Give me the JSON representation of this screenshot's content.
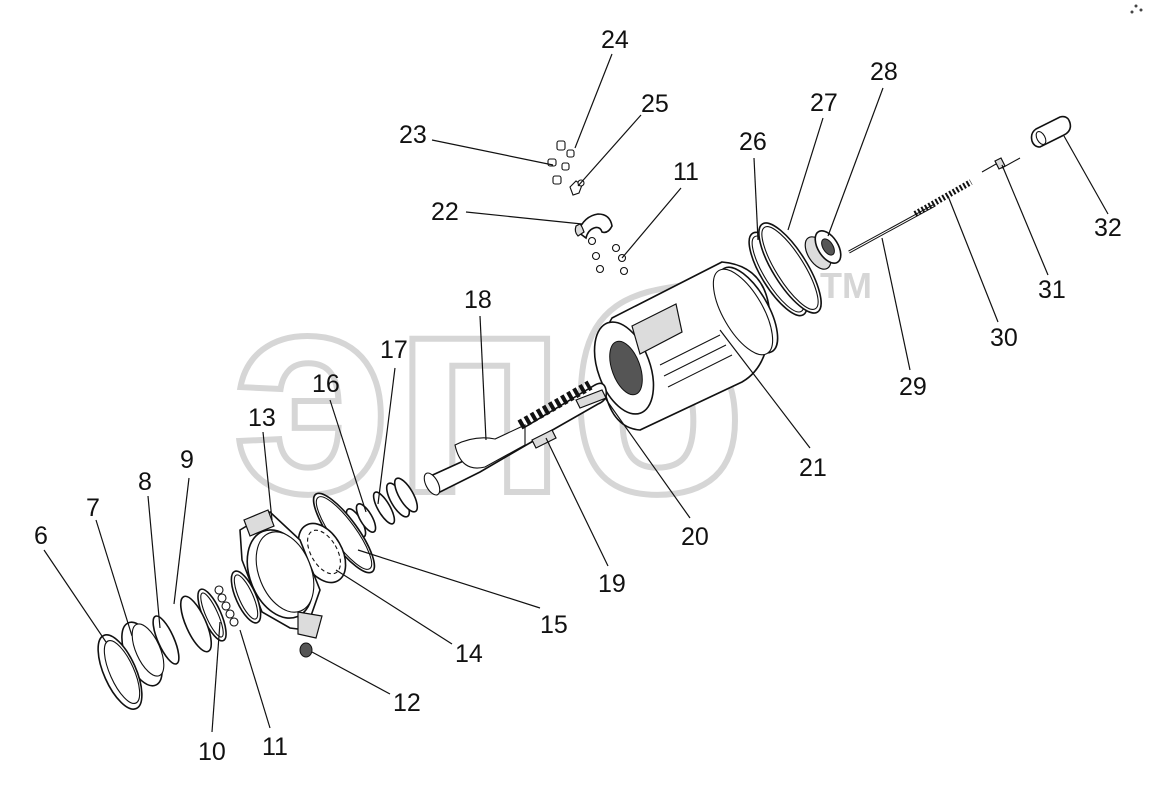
{
  "watermark": {
    "text": "эпб",
    "trademark": "TM",
    "color": "#d6d6d6"
  },
  "callouts": [
    {
      "id": "c24",
      "text": "24"
    },
    {
      "id": "c25",
      "text": "25"
    },
    {
      "id": "c23",
      "text": "23"
    },
    {
      "id": "c22",
      "text": "22"
    },
    {
      "id": "c11a",
      "text": "11"
    },
    {
      "id": "c26",
      "text": "26"
    },
    {
      "id": "c27",
      "text": "27"
    },
    {
      "id": "c28",
      "text": "28"
    },
    {
      "id": "c32",
      "text": "32"
    },
    {
      "id": "c31",
      "text": "31"
    },
    {
      "id": "c30",
      "text": "30"
    },
    {
      "id": "c29",
      "text": "29"
    },
    {
      "id": "c21",
      "text": "21"
    },
    {
      "id": "c18",
      "text": "18"
    },
    {
      "id": "c17",
      "text": "17"
    },
    {
      "id": "c16",
      "text": "16"
    },
    {
      "id": "c20",
      "text": "20"
    },
    {
      "id": "c19",
      "text": "19"
    },
    {
      "id": "c13",
      "text": "13"
    },
    {
      "id": "c9",
      "text": "9"
    },
    {
      "id": "c8",
      "text": "8"
    },
    {
      "id": "c7",
      "text": "7"
    },
    {
      "id": "c6",
      "text": "6"
    },
    {
      "id": "c15",
      "text": "15"
    },
    {
      "id": "c14",
      "text": "14"
    },
    {
      "id": "c12",
      "text": "12"
    },
    {
      "id": "c10",
      "text": "10"
    },
    {
      "id": "c11b",
      "text": "11"
    }
  ]
}
